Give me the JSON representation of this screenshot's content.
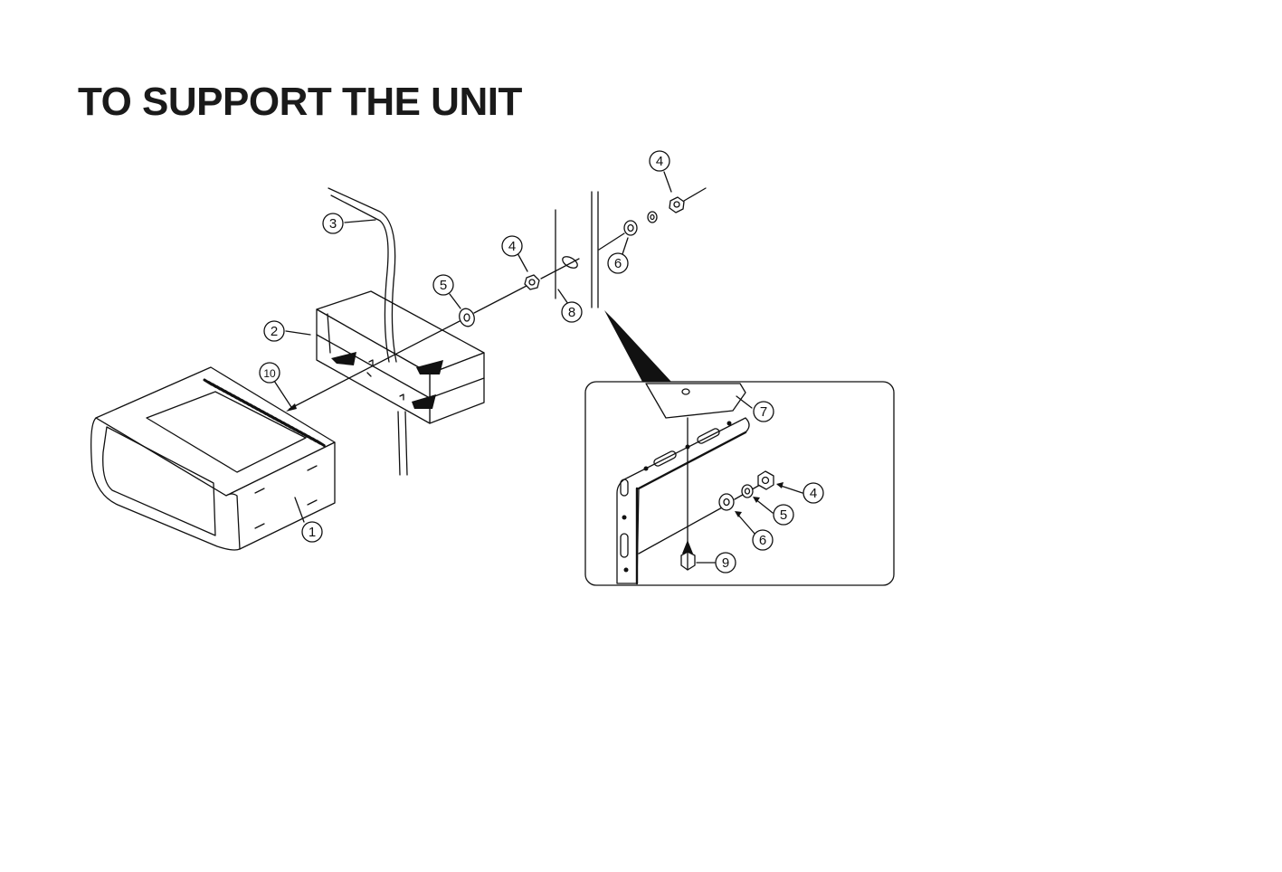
{
  "title": "TO SUPPORT THE UNIT",
  "callouts": {
    "c1": "1",
    "c2": "2",
    "c3": "3",
    "c4a": "4",
    "c4b": "4",
    "c4c": "4",
    "c5a": "5",
    "c5b": "5",
    "c6a": "6",
    "c6b": "6",
    "c7": "7",
    "c8": "8",
    "c9": "9",
    "c10": "10"
  }
}
